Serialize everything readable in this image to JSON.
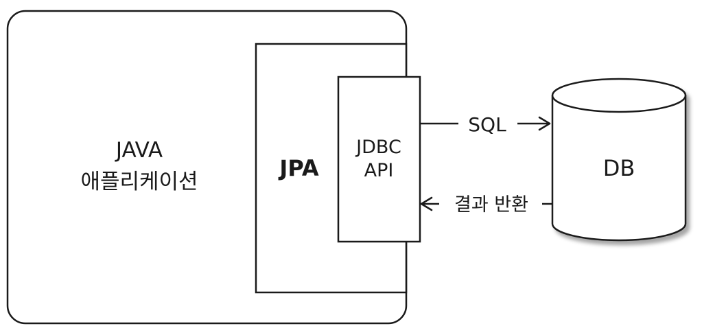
{
  "app": {
    "line1": "JAVA",
    "line2": "애플리케이션"
  },
  "jpa": {
    "label": "JPA"
  },
  "jdbc": {
    "line1": "JDBC",
    "line2": "API"
  },
  "arrows": {
    "request": "SQL",
    "response": "결과 반환"
  },
  "db": {
    "label": "DB"
  }
}
